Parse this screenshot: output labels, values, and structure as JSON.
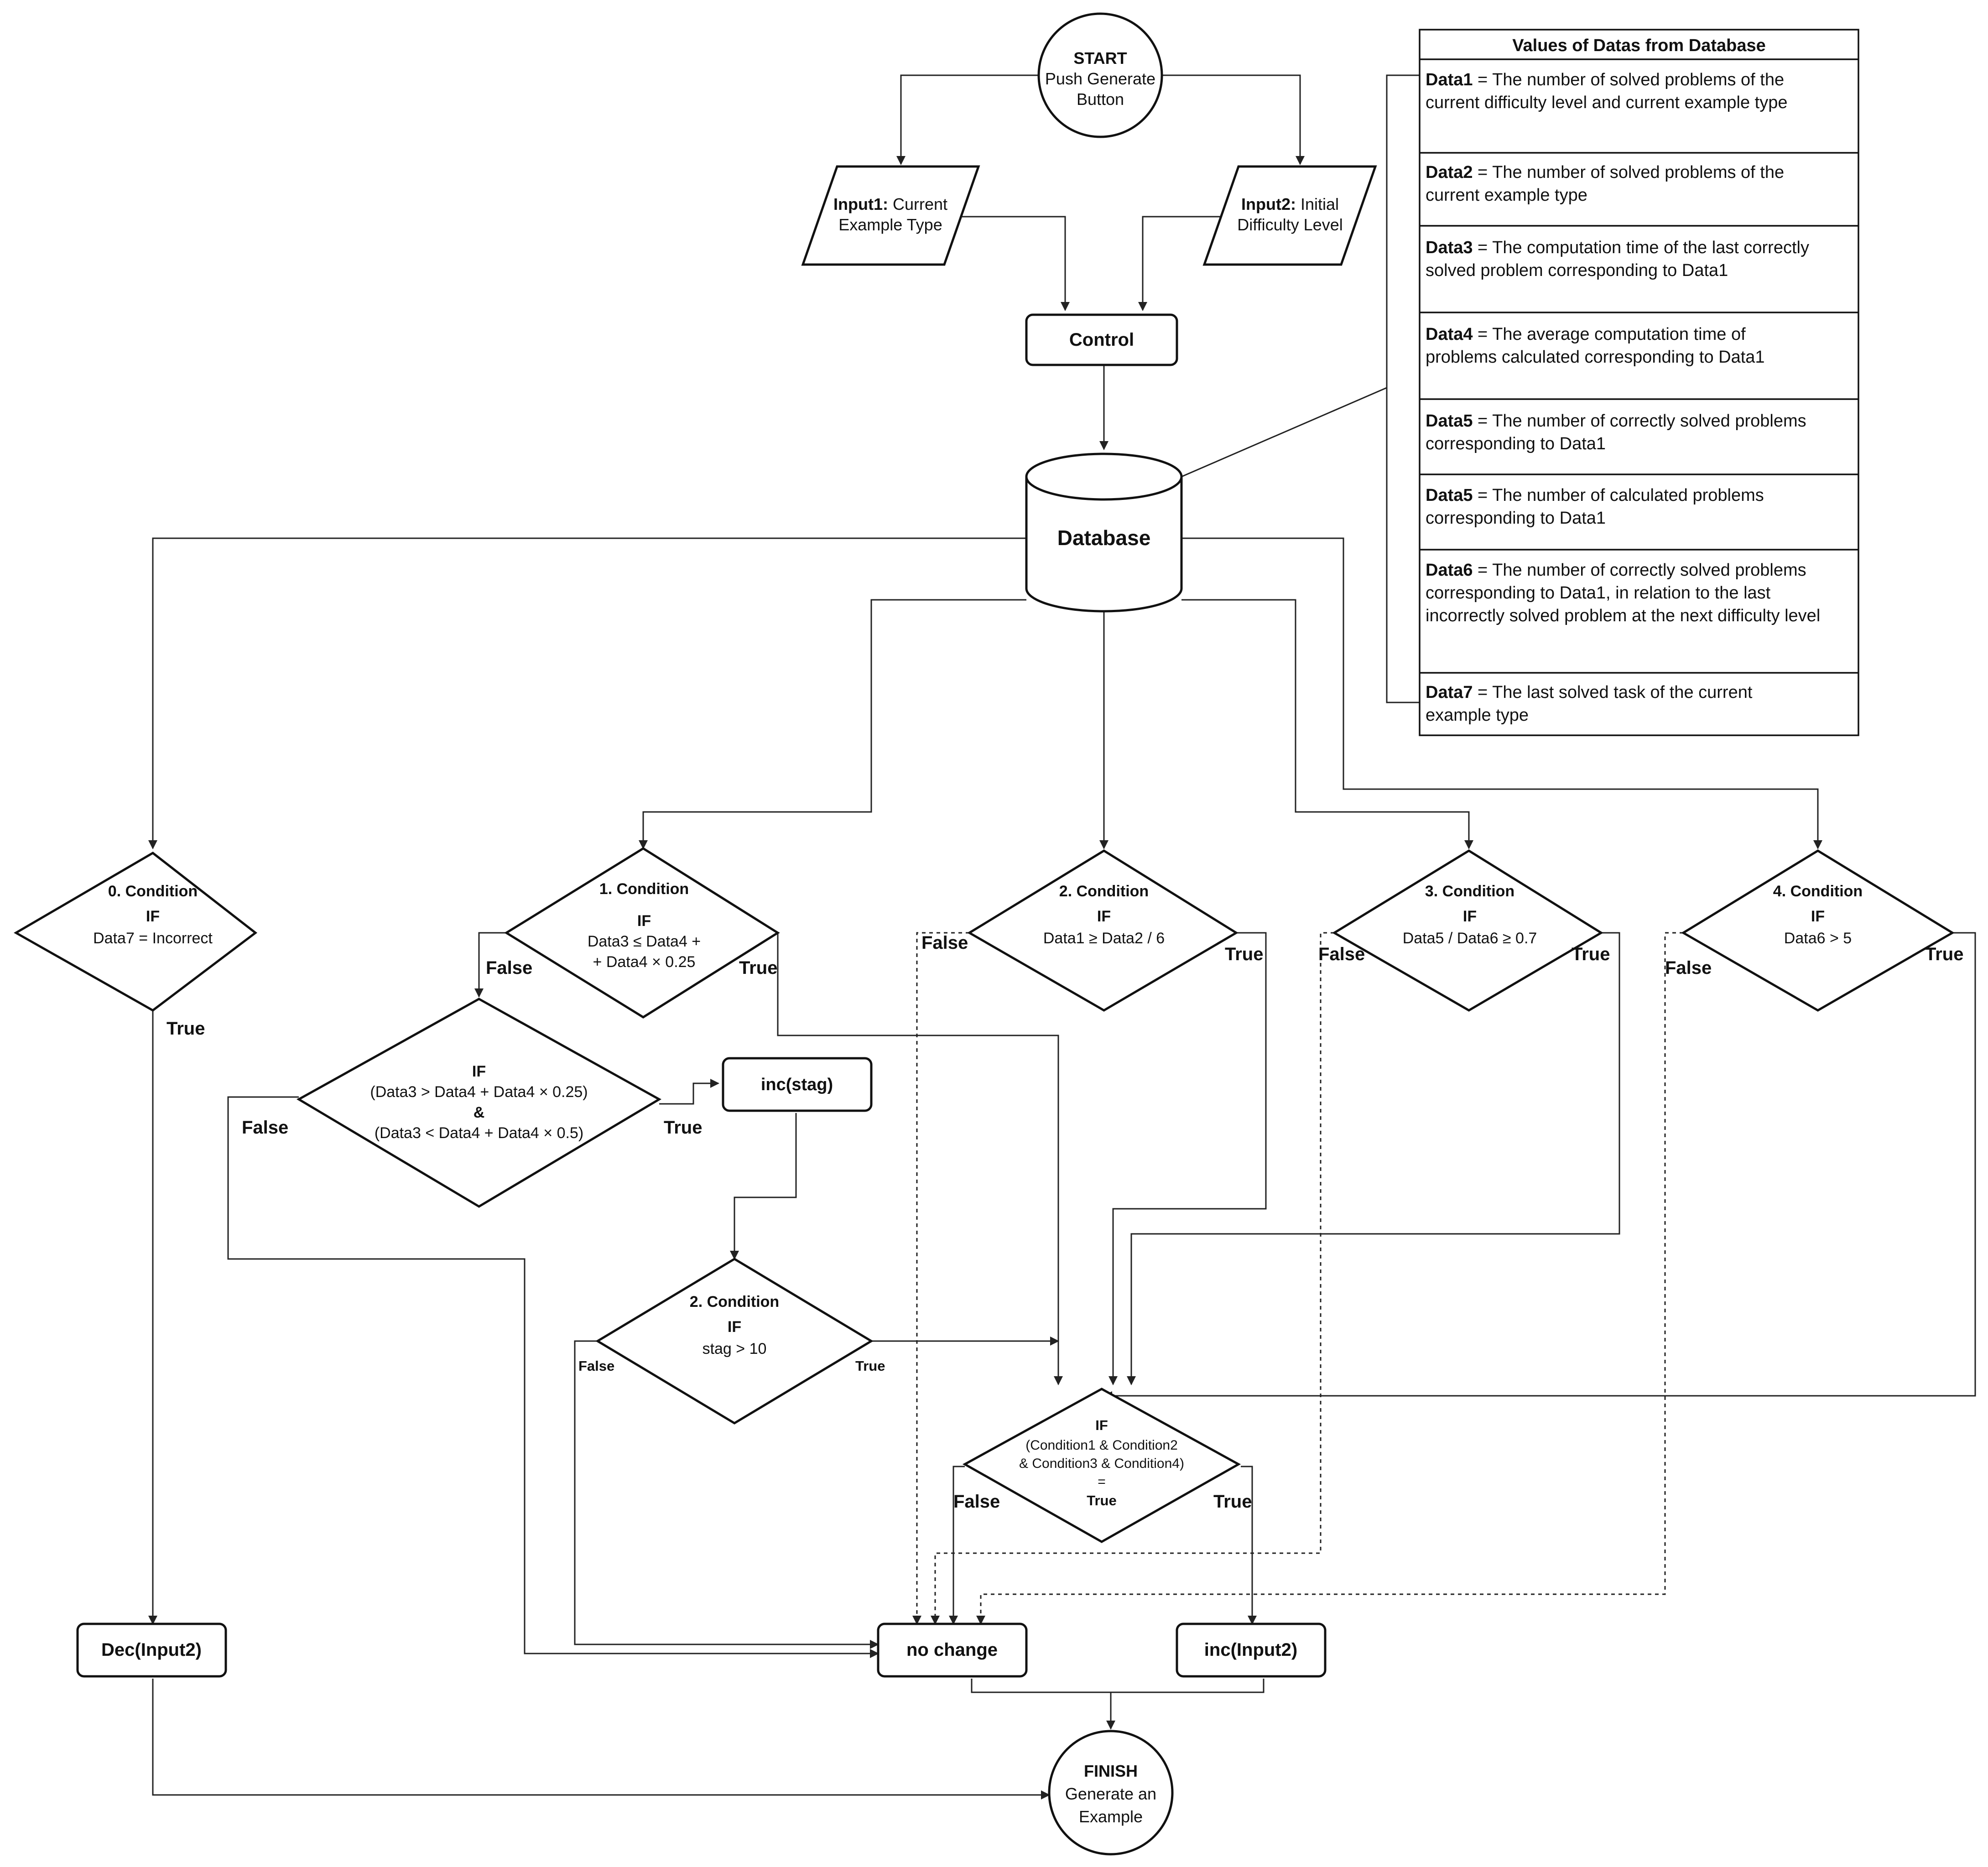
{
  "start": {
    "title": "START",
    "line1": "Push Generate",
    "line2": "Button"
  },
  "input1": {
    "bold": "Input1:",
    "rest": " Current",
    "line2": "Example Type"
  },
  "input2": {
    "bold": "Input2:",
    "rest": " Initial",
    "line2": "Difficulty Level"
  },
  "control": "Control",
  "database": "Database",
  "table": {
    "title": "Values of Datas from Database",
    "rows": [
      {
        "key": "Data1",
        "lines": [
          " = The number of solved problems of the",
          "current difficulty level and current example type"
        ]
      },
      {
        "key": "Data2",
        "lines": [
          " = The number of solved problems of the",
          "current example type"
        ]
      },
      {
        "key": "Data3",
        "lines": [
          " = The computation time of the last correctly",
          "solved problem corresponding to Data1"
        ]
      },
      {
        "key": "Data4",
        "lines": [
          " = The average computation time of",
          "problems calculated corresponding to Data1"
        ]
      },
      {
        "key": "Data5",
        "lines": [
          " = The number of correctly solved problems",
          "corresponding to Data1"
        ]
      },
      {
        "key": "Data5",
        "lines": [
          " = The number of calculated problems",
          "corresponding to Data1"
        ]
      },
      {
        "key": "Data6",
        "lines": [
          " = The number of correctly solved problems",
          "corresponding to Data1, in relation to the last",
          "incorrectly solved problem at the next difficulty level"
        ]
      },
      {
        "key": "Data7",
        "lines": [
          " = The last solved task of the current",
          "example type"
        ]
      }
    ]
  },
  "cond0": {
    "title": "0. Condition",
    "if": "IF",
    "expr": "Data7 = Incorrect"
  },
  "cond1": {
    "title": "1. Condition",
    "if": "IF",
    "expr1": "Data3 ≤ Data4 +",
    "expr2": "+ Data4 × 0.25"
  },
  "cond2": {
    "title": "2. Condition",
    "if": "IF",
    "expr": "Data1 ≥ Data2 / 6"
  },
  "cond3": {
    "title": "3. Condition",
    "if": "IF",
    "expr": "Data5 / Data6 ≥ 0.7"
  },
  "cond4": {
    "title": "4. Condition",
    "if": "IF",
    "expr": "Data6 > 5"
  },
  "rangecheck": {
    "if": "IF",
    "expr1": "(Data3 > Data4 + Data4 × 0.25)",
    "and": "&",
    "expr2": "(Data3 < Data4 + Data4 × 0.5)"
  },
  "incstag": "inc(stag)",
  "stagcheck": {
    "title": "2. Condition",
    "if": "IF",
    "expr": "stag > 10"
  },
  "allcheck": {
    "if": "IF",
    "expr1": "(Condition1 & Condition2",
    "expr2": "& Condition3 & Condition4)",
    "eq": "=",
    "val": "True"
  },
  "dec": "Dec(Input2)",
  "nochange": "no change",
  "inc": "inc(Input2)",
  "finish": {
    "title": "FINISH",
    "line1": "Generate an",
    "line2": "Example"
  },
  "labels": {
    "true": "True",
    "false": "False"
  }
}
